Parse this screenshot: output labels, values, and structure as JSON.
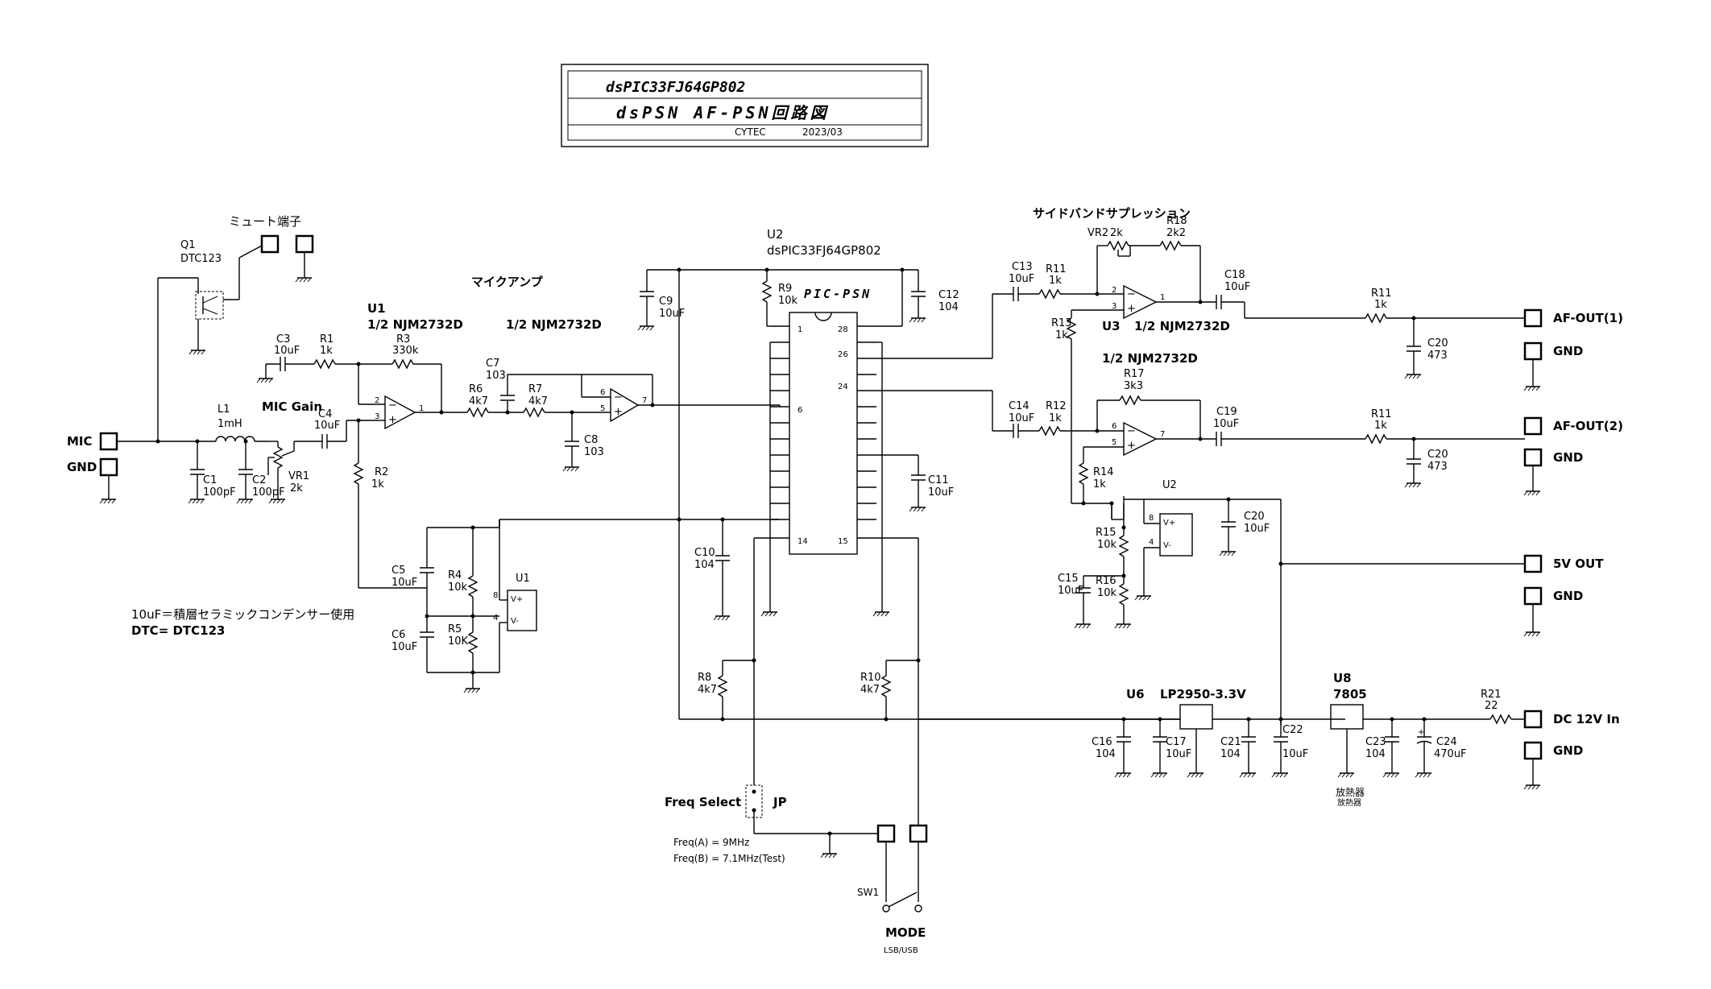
{
  "title_block": {
    "part": "dsPIC33FJ64GP802",
    "title": "dsPSN AF-PSN回路図",
    "company": "CYTEC",
    "date": "2023/03"
  },
  "labels": {
    "mute": "ミュート端子",
    "mic_amp": "マイクアンプ",
    "sideband": "サイドバンドサプレッション",
    "mic_gain": "MIC Gain",
    "note1": "10uF＝積層セラミックコンデンサー使用",
    "note2": "DTC= DTC123",
    "freq_select": "Freq Select",
    "jp": "JP",
    "freq_a": "Freq(A) = 9MHz",
    "freq_b": "Freq(B) = 7.1MHz(Test)",
    "sw1": "SW1",
    "mode": "MODE",
    "mode_sub": "LSB/USB",
    "heatsink": "放熱器",
    "heatsink_sub": "放熱器"
  },
  "connectors": {
    "mic": "MIC",
    "gnd": "GND",
    "af_out1": "AF-OUT(1)",
    "af_out2": "AF-OUT(2)",
    "v5_out": "5V OUT",
    "dc_in": "DC 12V In"
  },
  "ics": {
    "u1_ref": "U1",
    "u1_part": "1/2 NJM2732D",
    "u1b_part": "1/2 NJM2732D",
    "u2_ref": "U2",
    "u2_part": "dsPIC33FJ64GP802",
    "u2_chip_name": "PIC-PSN",
    "u3_ref": "U3",
    "u3_part": "1/2 NJM2732D",
    "u3b_part": "1/2 NJM2732D",
    "u6_ref": "U6",
    "u6_part": "LP2950-3.3V",
    "u8_ref": "U8",
    "u8_part": "7805",
    "q1_ref": "Q1",
    "q1_part": "DTC123",
    "u1p_ref": "U1",
    "u2p_ref": "U2",
    "vplus": "V+",
    "vminus": "V-"
  },
  "pins": {
    "p1": "1",
    "p2": "2",
    "p3": "3",
    "p4": "4",
    "p5": "5",
    "p6": "6",
    "p7": "7",
    "p8": "8",
    "p14": "14",
    "p15": "15",
    "p24": "24",
    "p26": "26",
    "p28": "28"
  },
  "components": {
    "C1": "C1",
    "C1v": "100pF",
    "C2": "C2",
    "C2v": "100pF",
    "C3": "C3",
    "C3v": "10uF",
    "C4": "C4",
    "C4v": "10uF",
    "C5": "C5",
    "C5v": "10uF",
    "C6": "C6",
    "C6v": "10uF",
    "C7": "C7",
    "C7v": "103",
    "C8": "C8",
    "C8v": "103",
    "C9": "C9",
    "C9v": "10uF",
    "C10": "C10",
    "C10v": "104",
    "C11": "C11",
    "C11v": "10uF",
    "C12": "C12",
    "C12v": "104",
    "C13": "C13",
    "C13v": "10uF",
    "C14": "C14",
    "C14v": "10uF",
    "C15": "C15",
    "C15v": "10uF",
    "C16": "C16",
    "C16v": "104",
    "C17": "C17",
    "C17v": "10uF",
    "C18": "C18",
    "C18v": "10uF",
    "C19": "C19",
    "C19v": "10uF",
    "C20a": "C20",
    "C20av": "473",
    "C20b": "C20",
    "C20bv": "473",
    "C20c": "C20",
    "C20cv": "10uF",
    "C21": "C21",
    "C21v": "104",
    "C22": "C22",
    "C22v": "10uF",
    "C23": "C23",
    "C23v": "104",
    "C24": "C24",
    "C24v": "470uF",
    "L1": "L1",
    "L1v": "1mH",
    "VR1": "VR1",
    "VR1v": "2k",
    "VR2": "VR2",
    "VR2v": "2k",
    "R1": "R1",
    "R1v": "1k",
    "R2": "R2",
    "R2v": "1k",
    "R3": "R3",
    "R3v": "330k",
    "R4": "R4",
    "R4v": "10k",
    "R5": "R5",
    "R5v": "10K",
    "R6": "R6",
    "R6v": "4k7",
    "R7": "R7",
    "R7v": "4k7",
    "R8": "R8",
    "R8v": "4k7",
    "R9": "R9",
    "R9v": "10k",
    "R10": "R10",
    "R10v": "4k7",
    "R11a": "R11",
    "R11av": "1k",
    "R11b": "R11",
    "R11bv": "1k",
    "R11c": "R11",
    "R11cv": "1k",
    "R12": "R12",
    "R12v": "1k",
    "R13": "R13",
    "R13v": "1k",
    "R14": "R14",
    "R14v": "1k",
    "R15": "R15",
    "R15v": "10k",
    "R16": "R16",
    "R16v": "10k",
    "R17": "R17",
    "R17v": "3k3",
    "R18": "R18",
    "R18v": "2k2",
    "R21": "R21",
    "R21v": "22"
  }
}
